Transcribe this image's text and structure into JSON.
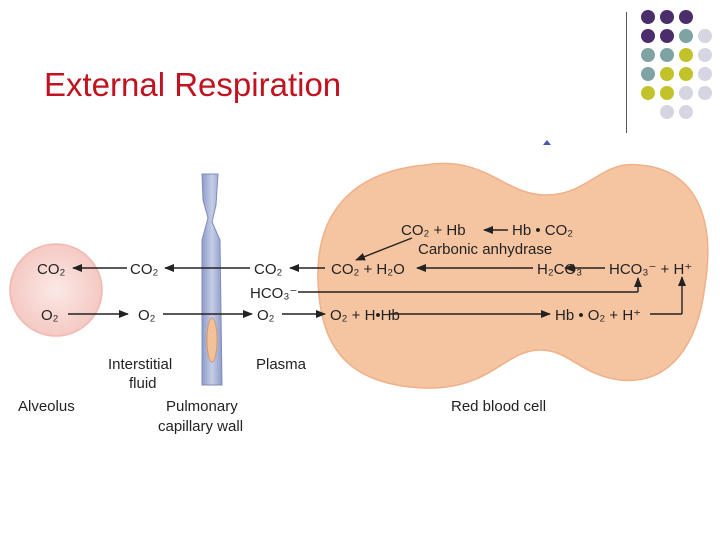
{
  "slide": {
    "title": "External Respiration",
    "dot_colors": [
      "#4a2d6b",
      "#7fa3a3",
      "#c2c22b",
      "#d6d6e2"
    ]
  },
  "diagram": {
    "alveolus": {
      "co2": "CO₂",
      "o2": "O₂"
    },
    "interstitial": {
      "co2": "CO₂",
      "o2": "O₂"
    },
    "plasma": {
      "co2": "CO₂",
      "hco3": "HCO₃⁻",
      "o2": "O₂"
    },
    "rbc": {
      "row1_left": "CO₂ + Hb",
      "row1_right": "Hb • CO₂",
      "enzyme": "Carbonic anhydrase",
      "row2_left": "CO₂ + H₂O",
      "row2_mid": "H₂CO₃",
      "row2_right": "HCO₃⁻ + H⁺",
      "row3_left": "O₂ + H•Hb",
      "row3_right": "Hb • O₂ + H⁺"
    },
    "labels": {
      "interstitial_1": "Interstitial",
      "interstitial_2": "fluid",
      "plasma": "Plasma",
      "alveolus": "Alveolus",
      "capillary_1": "Pulmonary",
      "capillary_2": "capillary wall",
      "rbc": "Red blood cell"
    }
  }
}
